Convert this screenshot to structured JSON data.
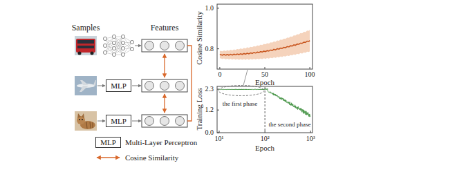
{
  "diagram": {
    "nodes": [
      {
        "text": [
          "MLP"
        ]
      },
      {
        "text": [
          "MLP"
        ]
      },
      {
        "text": [
          "MLP"
        ]
      }
    ],
    "labels": [
      "Samples",
      "Features",
      "Cosine Similarity",
      "1.0",
      "0.8",
      "0",
      "50",
      "100",
      "Epoch",
      "Training Loss",
      "2.3",
      "1.2",
      "0.0",
      "10¹",
      "10²",
      "10³",
      "Epoch",
      "the first phase",
      "the second phase"
    ],
    "legend": [
      {
        "text": "Multi-Layer Perceptron"
      },
      {
        "text": "Cosine Similarity"
      }
    ]
  }
}
